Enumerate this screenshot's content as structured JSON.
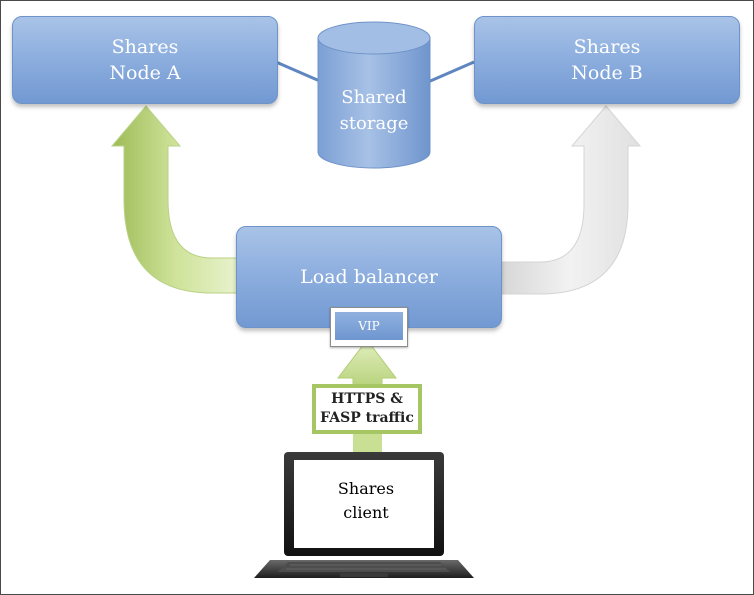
{
  "diagram": {
    "node_a": {
      "label": "Shares\nNode A"
    },
    "node_b": {
      "label": "Shares\nNode B"
    },
    "storage": {
      "label": "Shared\nstorage"
    },
    "load_balancer": {
      "label": "Load balancer"
    },
    "vip": {
      "label": "VIP"
    },
    "traffic": {
      "label": "HTTPS &\nFASP traffic"
    },
    "client": {
      "label": "Shares\nclient"
    }
  },
  "colors": {
    "box_fill": "#8eafdf",
    "active_arrow": "#c6dc8e",
    "inactive_arrow": "#e4e4e4",
    "traffic_border": "#a6c664"
  }
}
